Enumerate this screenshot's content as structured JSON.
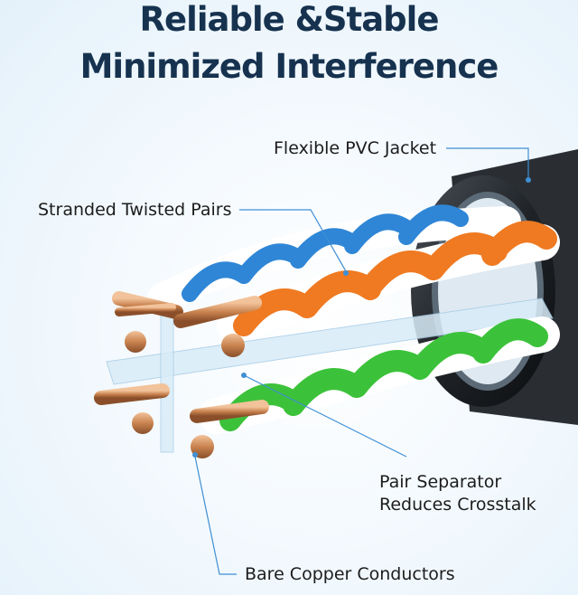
{
  "heading": {
    "line1": "Reliable &Stable",
    "line2": "Minimized Interference"
  },
  "callouts": {
    "jacket": "Flexible PVC Jacket",
    "pairs": "Stranded Twisted Pairs",
    "separator_line1": "Pair Separator",
    "separator_line2": "Reduces Crosstalk",
    "conductors": "Bare Copper Conductors"
  },
  "colors": {
    "heading": "#16324f",
    "callout_line": "#3f8fd4",
    "jacket": "#1f2327",
    "pair_blue": "#2f86d6",
    "pair_orange": "#ef7a22",
    "pair_green": "#3cc23a",
    "copper": "#c9834f"
  }
}
